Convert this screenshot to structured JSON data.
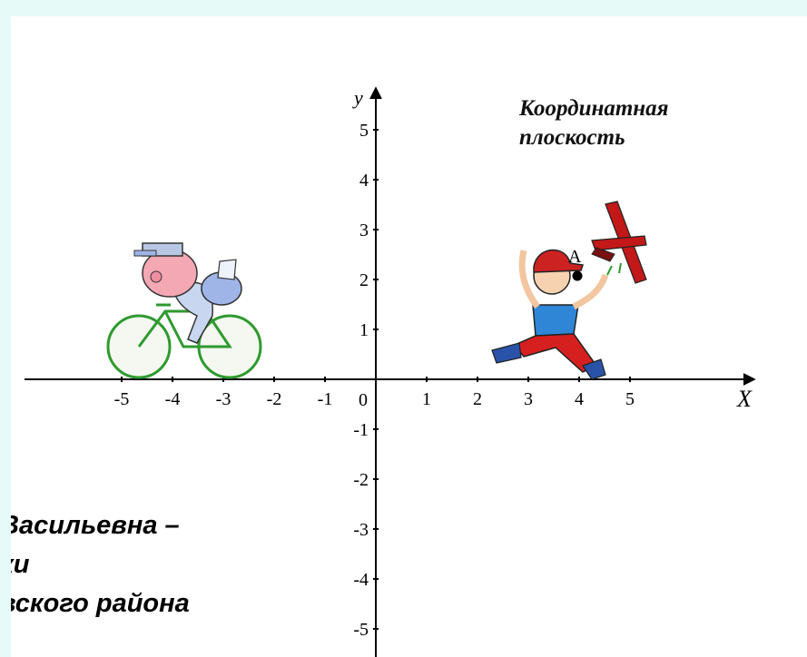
{
  "title": {
    "line1": "Координатная",
    "line2": "плоскость"
  },
  "axes": {
    "x_name": "X",
    "y_name": "у",
    "origin_label": "0",
    "x_ticks": [
      {
        "value": -5,
        "label": "-5"
      },
      {
        "value": -4,
        "label": "-4"
      },
      {
        "value": -3,
        "label": "-3"
      },
      {
        "value": -2,
        "label": "-2"
      },
      {
        "value": -1,
        "label": "-1"
      },
      {
        "value": 1,
        "label": "1"
      },
      {
        "value": 2,
        "label": "2"
      },
      {
        "value": 3,
        "label": "3"
      },
      {
        "value": 4,
        "label": "4"
      },
      {
        "value": 5,
        "label": "5"
      }
    ],
    "y_ticks": [
      {
        "value": 5,
        "label": "5"
      },
      {
        "value": 4,
        "label": "4"
      },
      {
        "value": 3,
        "label": "3"
      },
      {
        "value": 2,
        "label": "2"
      },
      {
        "value": 1,
        "label": "1"
      },
      {
        "value": -1,
        "label": "-1"
      },
      {
        "value": -2,
        "label": "-2"
      },
      {
        "value": -3,
        "label": "-3"
      },
      {
        "value": -4,
        "label": "-4"
      },
      {
        "value": -5,
        "label": "-5"
      }
    ]
  },
  "point": {
    "label": "A",
    "x": 4,
    "y": 2.2
  },
  "author": {
    "line1": "Васильевна –",
    "line2": "ки",
    "line3": "вского района"
  },
  "colors": {
    "background": "#e6fbf8",
    "bike": "#2e9a2e",
    "shirt": "#2f86d6",
    "pants": "#d62020",
    "cap": "#cc2222",
    "plane": "#c21818"
  },
  "icons": [
    "cyclist-icon",
    "running-boy-icon",
    "airplane-icon"
  ]
}
